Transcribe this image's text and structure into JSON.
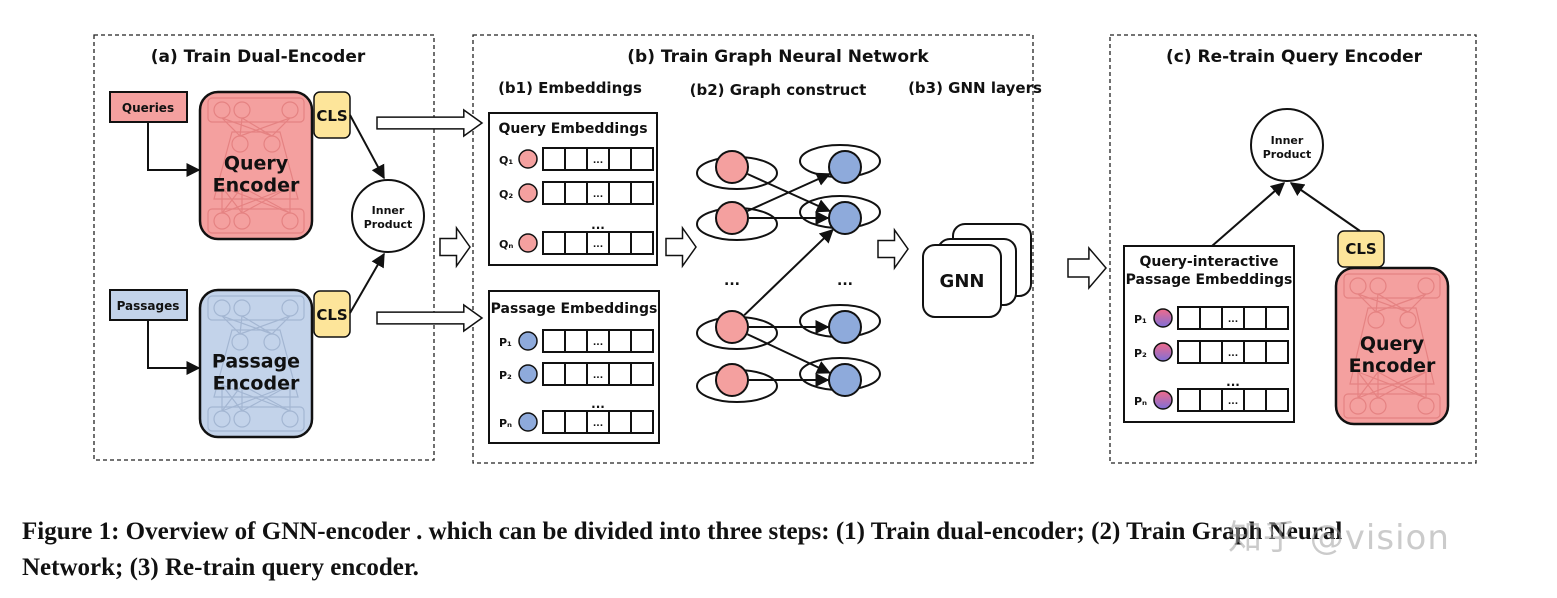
{
  "panels": {
    "a": {
      "title": "(a) Train Dual-Encoder",
      "queries_label": "Queries",
      "passages_label": "Passages",
      "query_encoder": [
        "Query",
        "Encoder"
      ],
      "passage_encoder": [
        "Passage",
        "Encoder"
      ],
      "cls_label": "CLS",
      "inner_product": [
        "Inner",
        "Product"
      ]
    },
    "b": {
      "title": "(b) Train Graph Neural Network",
      "b1_title": "(b1) Embeddings",
      "b2_title": "(b2) Graph construct",
      "b3_title": "(b3) GNN layers",
      "query_embeddings_title": "Query Embeddings",
      "passage_embeddings_title": "Passage Embeddings",
      "query_rows": [
        "Q₁",
        "Q₂",
        "Qₙ"
      ],
      "passage_rows": [
        "P₁",
        "P₂",
        "Pₙ"
      ],
      "cell_ellipsis": "...",
      "row_ellipsis": "...",
      "graph_ellipsis": "...",
      "gnn_label": "GNN"
    },
    "c": {
      "title": "(c) Re-train Query Encoder",
      "inner_product": [
        "Inner",
        "Product"
      ],
      "cls_label": "CLS",
      "embeddings_title": [
        "Query-interactive",
        "Passage Embeddings"
      ],
      "rows": [
        "P₁",
        "P₂",
        "Pₙ"
      ],
      "query_encoder": [
        "Query",
        "Encoder"
      ]
    }
  },
  "colors": {
    "query": "#f4a09f",
    "passage": "#c3d3ea",
    "passage_node": "#8eaadb",
    "cls": "#fde59a",
    "encoder_lines_query": "#d96b6b",
    "encoder_lines_passage": "#8a9fbf"
  },
  "caption": {
    "line1": "Figure 1: Overview of GNN-encoder . which can be divided into three steps: (1) Train dual-encoder; (2) Train Graph Neural",
    "line2": "Network; (3) Re-train query encoder."
  },
  "watermark": "知乎 @vision"
}
